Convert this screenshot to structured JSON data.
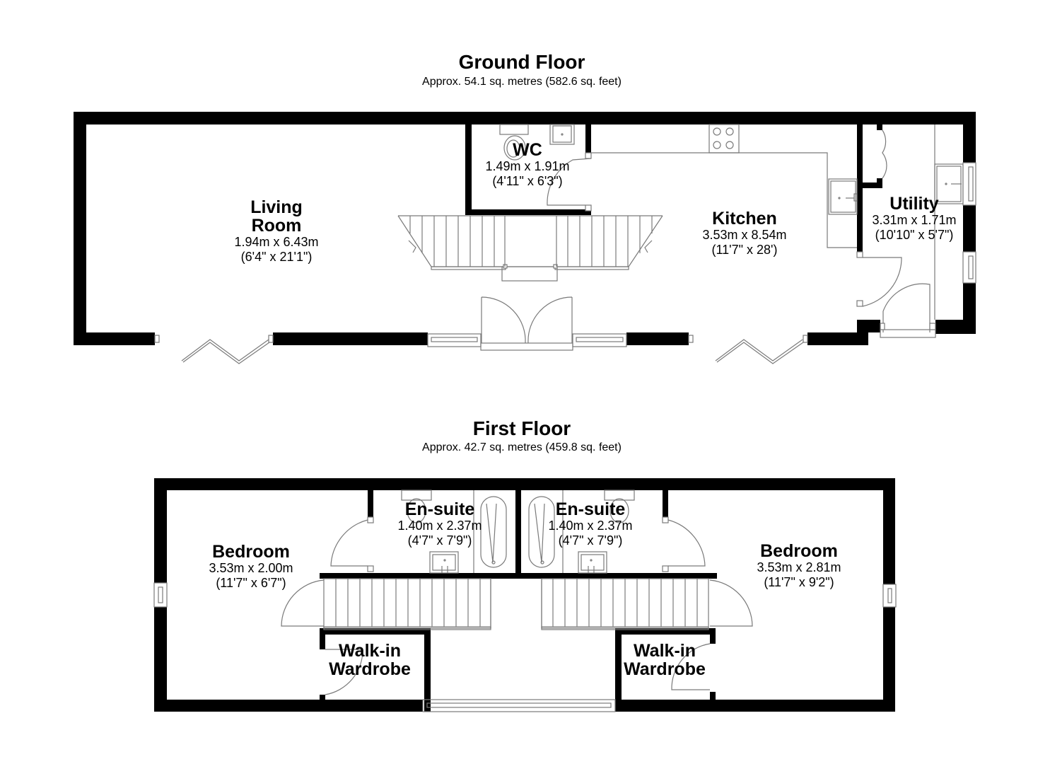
{
  "ground_floor": {
    "title": "Ground Floor",
    "area": "Approx. 54.1 sq. metres (582.6 sq. feet)",
    "rooms": [
      {
        "name_line1": "Living",
        "name_line2": "Room",
        "dim_metric": "1.94m x 6.43m",
        "dim_imperial": "(6'4\" x 21'1\")"
      },
      {
        "name": "WC",
        "dim_metric": "1.49m x 1.91m",
        "dim_imperial": "(4'11\" x 6'3\")"
      },
      {
        "name": "Kitchen",
        "dim_metric": "3.53m x 8.54m",
        "dim_imperial": "(11'7\" x 28')"
      },
      {
        "name": "Utility",
        "dim_metric": "3.31m x 1.71m",
        "dim_imperial": "(10'10\" x 5'7\")"
      }
    ]
  },
  "first_floor": {
    "title": "First Floor",
    "area": "Approx. 42.7 sq. metres (459.8 sq. feet)",
    "rooms": [
      {
        "name": "Bedroom",
        "dim_metric": "3.53m x 2.00m",
        "dim_imperial": "(11'7\" x 6'7\")"
      },
      {
        "name": "En-suite",
        "dim_metric": "1.40m x 2.37m",
        "dim_imperial": "(4'7\" x 7'9\")"
      },
      {
        "name": "En-suite",
        "dim_metric": "1.40m x 2.37m",
        "dim_imperial": "(4'7\" x 7'9\")"
      },
      {
        "name": "Bedroom",
        "dim_metric": "3.53m x 2.81m",
        "dim_imperial": "(11'7\" x 9'2\")"
      },
      {
        "name_line1": "Walk-in",
        "name_line2": "Wardrobe"
      },
      {
        "name_line1": "Walk-in",
        "name_line2": "Wardrobe"
      }
    ]
  },
  "colors": {
    "wall": "#000000",
    "fixture_line": "#7a7a7a",
    "background": "#ffffff"
  }
}
